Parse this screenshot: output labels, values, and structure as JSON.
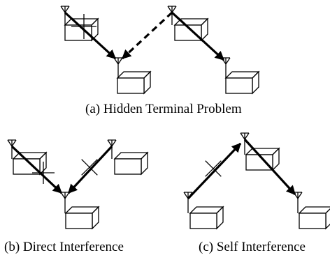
{
  "captions": {
    "a": "(a) Hidden Terminal Problem",
    "b": "(b) Direct Interference",
    "c": "(c) Self Interference"
  },
  "colors": {
    "ink": "#000000",
    "background": "#ffffff"
  },
  "icons": [
    "antenna-icon",
    "box-node-icon",
    "arrow-icon",
    "cross-mark-icon"
  ]
}
